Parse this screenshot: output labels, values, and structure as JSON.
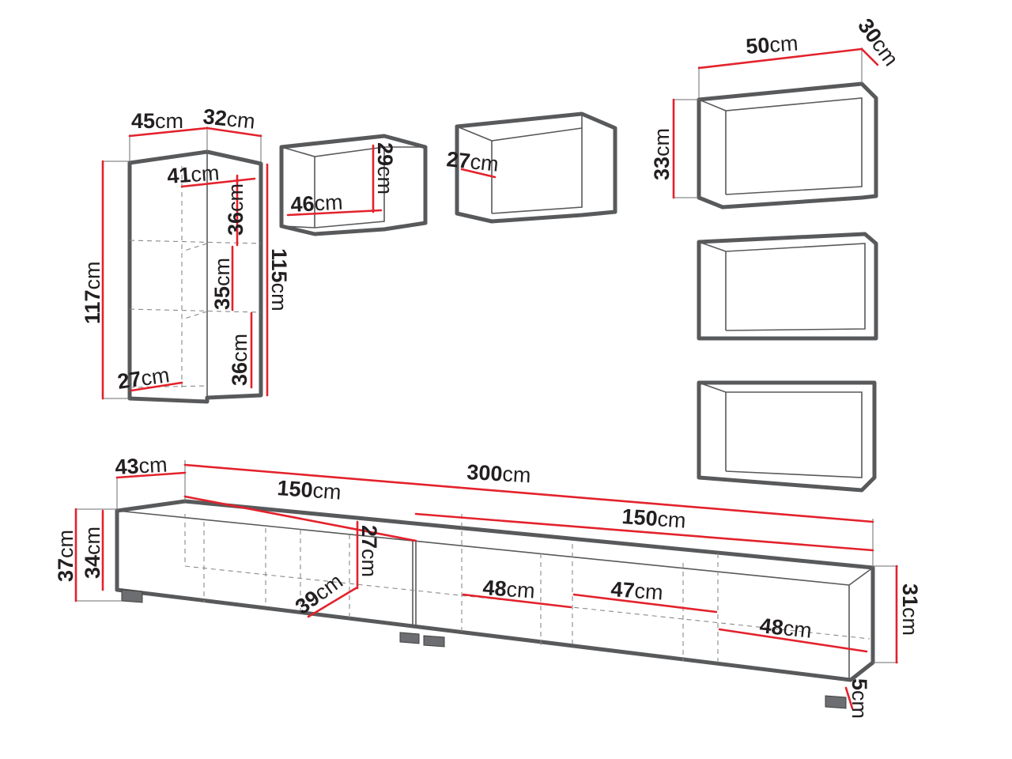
{
  "unit": "cm",
  "colors": {
    "outline": "#58595b",
    "dimension": "#e3222c",
    "text": "#231f20"
  },
  "tall_cabinet": {
    "width": "45",
    "depth": "32",
    "inner_width": "41",
    "shelf_top": "36",
    "shelf_mid": "35",
    "shelf_bottom": "36",
    "height_outer": "117",
    "height_inner": "115",
    "inner_depth": "27"
  },
  "small_shelf": {
    "height": "29",
    "width": "46"
  },
  "medium_shelf": {
    "depth": "27"
  },
  "wall_shelf": {
    "width": "50",
    "depth": "30",
    "height": "33"
  },
  "tv_stand": {
    "depth": "43",
    "total_length": "300",
    "left_length": "150",
    "right_length": "150",
    "height_outer": "37",
    "height_inner": "34",
    "compartment_height": "27",
    "compartment_depth": "39",
    "drawer_1": "48",
    "drawer_2": "47",
    "drawer_3": "48",
    "right_height": "31",
    "foot_height": "5"
  }
}
